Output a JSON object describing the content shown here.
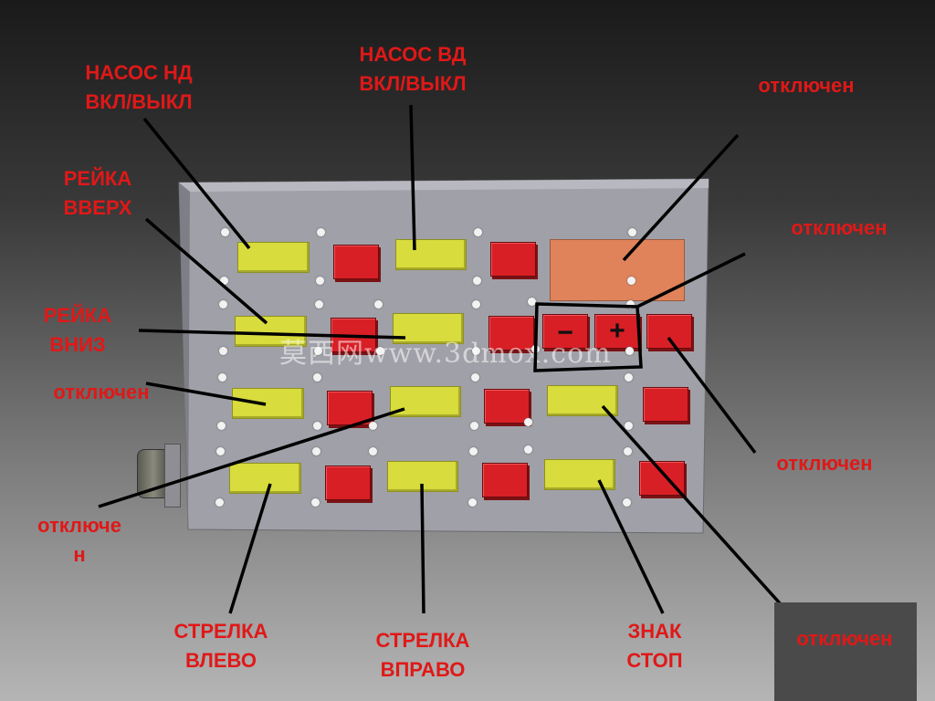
{
  "labels": {
    "pump_lp": "НАСОС НД\nВКЛ/ВЫКЛ",
    "pump_hp": "НАСОС ВД\nВКЛ/ВЫКЛ",
    "off_top_right": "отключен",
    "rail_up": "РЕЙКА\nВВЕРХ",
    "off_right_upper": "отключен",
    "rail_down": "РЕЙКА\nВНИЗ",
    "off_left": "отключен",
    "off_right_mid": "отключен",
    "off_left_lower": "отключе\nн",
    "arrow_left": "СТРЕЛКА\nВЛЕВО",
    "arrow_right": "СТРЕЛКА\nВПРАВО",
    "stop_sign": "ЗНАК\nСТОП",
    "off_bottom_right": "отключен"
  },
  "keypad": {
    "minus": "−",
    "plus": "+"
  },
  "watermark": "莫西网www.3dmox.com",
  "colors": {
    "label": "#e01818",
    "yellow_button": "#d8dc3c",
    "red_button": "#d81f26",
    "display": "#e0835a",
    "panel": "#9a9aa2"
  }
}
